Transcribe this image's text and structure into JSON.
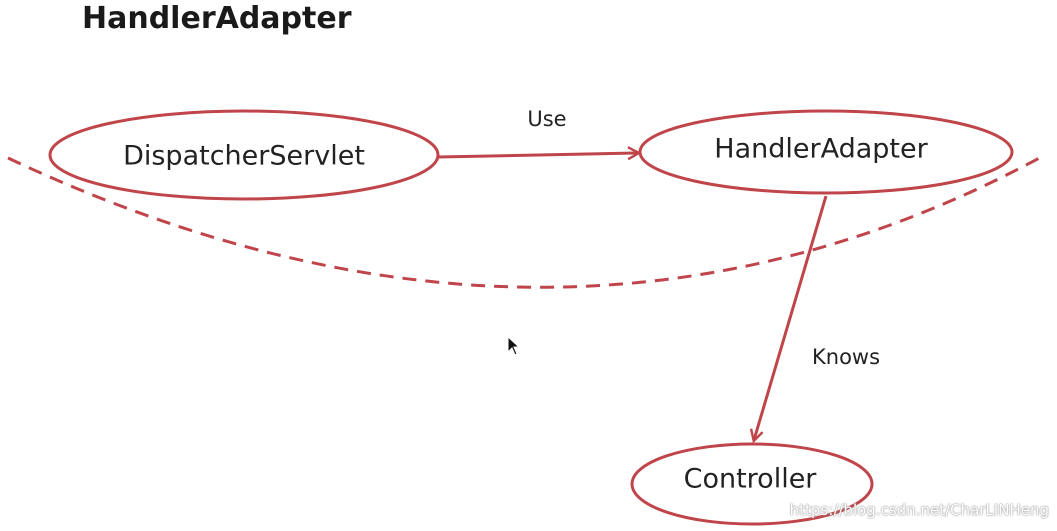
{
  "title": "HandlerAdapter",
  "colors": {
    "stroke": "#c0454a",
    "text": "#222222",
    "title": "#1a1a1a"
  },
  "nodes": {
    "dispatcher": "DispatcherServlet",
    "adapter": "HandlerAdapter",
    "controller": "Controller"
  },
  "edges": {
    "use": "Use",
    "knows": "Knows"
  },
  "watermark": "https://blog.csdn.net/CharLINHeng"
}
